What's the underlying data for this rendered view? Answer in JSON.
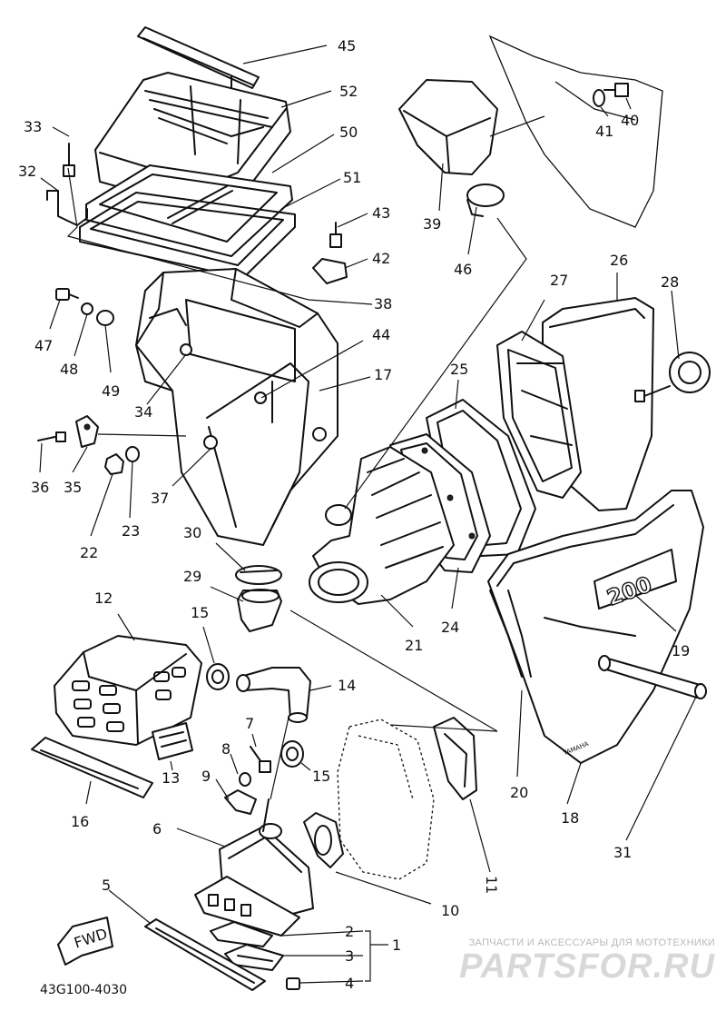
{
  "labels": {
    "l45": "45",
    "l52": "52",
    "l50": "50",
    "l51": "51",
    "l33": "33",
    "l32": "32",
    "l43": "43",
    "l42": "42",
    "l38": "38",
    "l47": "47",
    "l48": "48",
    "l49": "49",
    "l34": "34",
    "l44": "44",
    "l17": "17",
    "l36": "36",
    "l35": "35",
    "l37": "37",
    "l22": "22",
    "l23": "23",
    "l39": "39",
    "l46": "46",
    "l41": "41",
    "l40": "40",
    "l26": "26",
    "l27": "27",
    "l28": "28",
    "l25": "25",
    "l30": "30",
    "l29": "29",
    "l21": "21",
    "l24": "24",
    "l19": "19",
    "l12": "12",
    "l15a": "15",
    "l14": "14",
    "l13": "13",
    "l16": "16",
    "l7": "7",
    "l8": "8",
    "l9": "9",
    "l15b": "15",
    "l6": "6",
    "l11": "11",
    "l20": "20",
    "l18": "18",
    "l31": "31",
    "l10": "10",
    "l5": "5",
    "l2": "2",
    "l3": "3",
    "l1": "1",
    "l4": "4"
  },
  "fwd_label": "FWD",
  "plate_text": "200",
  "yamaha_text": "YAMAHA",
  "catalog_code": "43G100-4030",
  "watermark": {
    "top": "ЗАПЧАСТИ И АКСЕССУАРЫ ДЛЯ МОТОТЕХНИКИ",
    "brand": "PARTSFOR.RU"
  }
}
